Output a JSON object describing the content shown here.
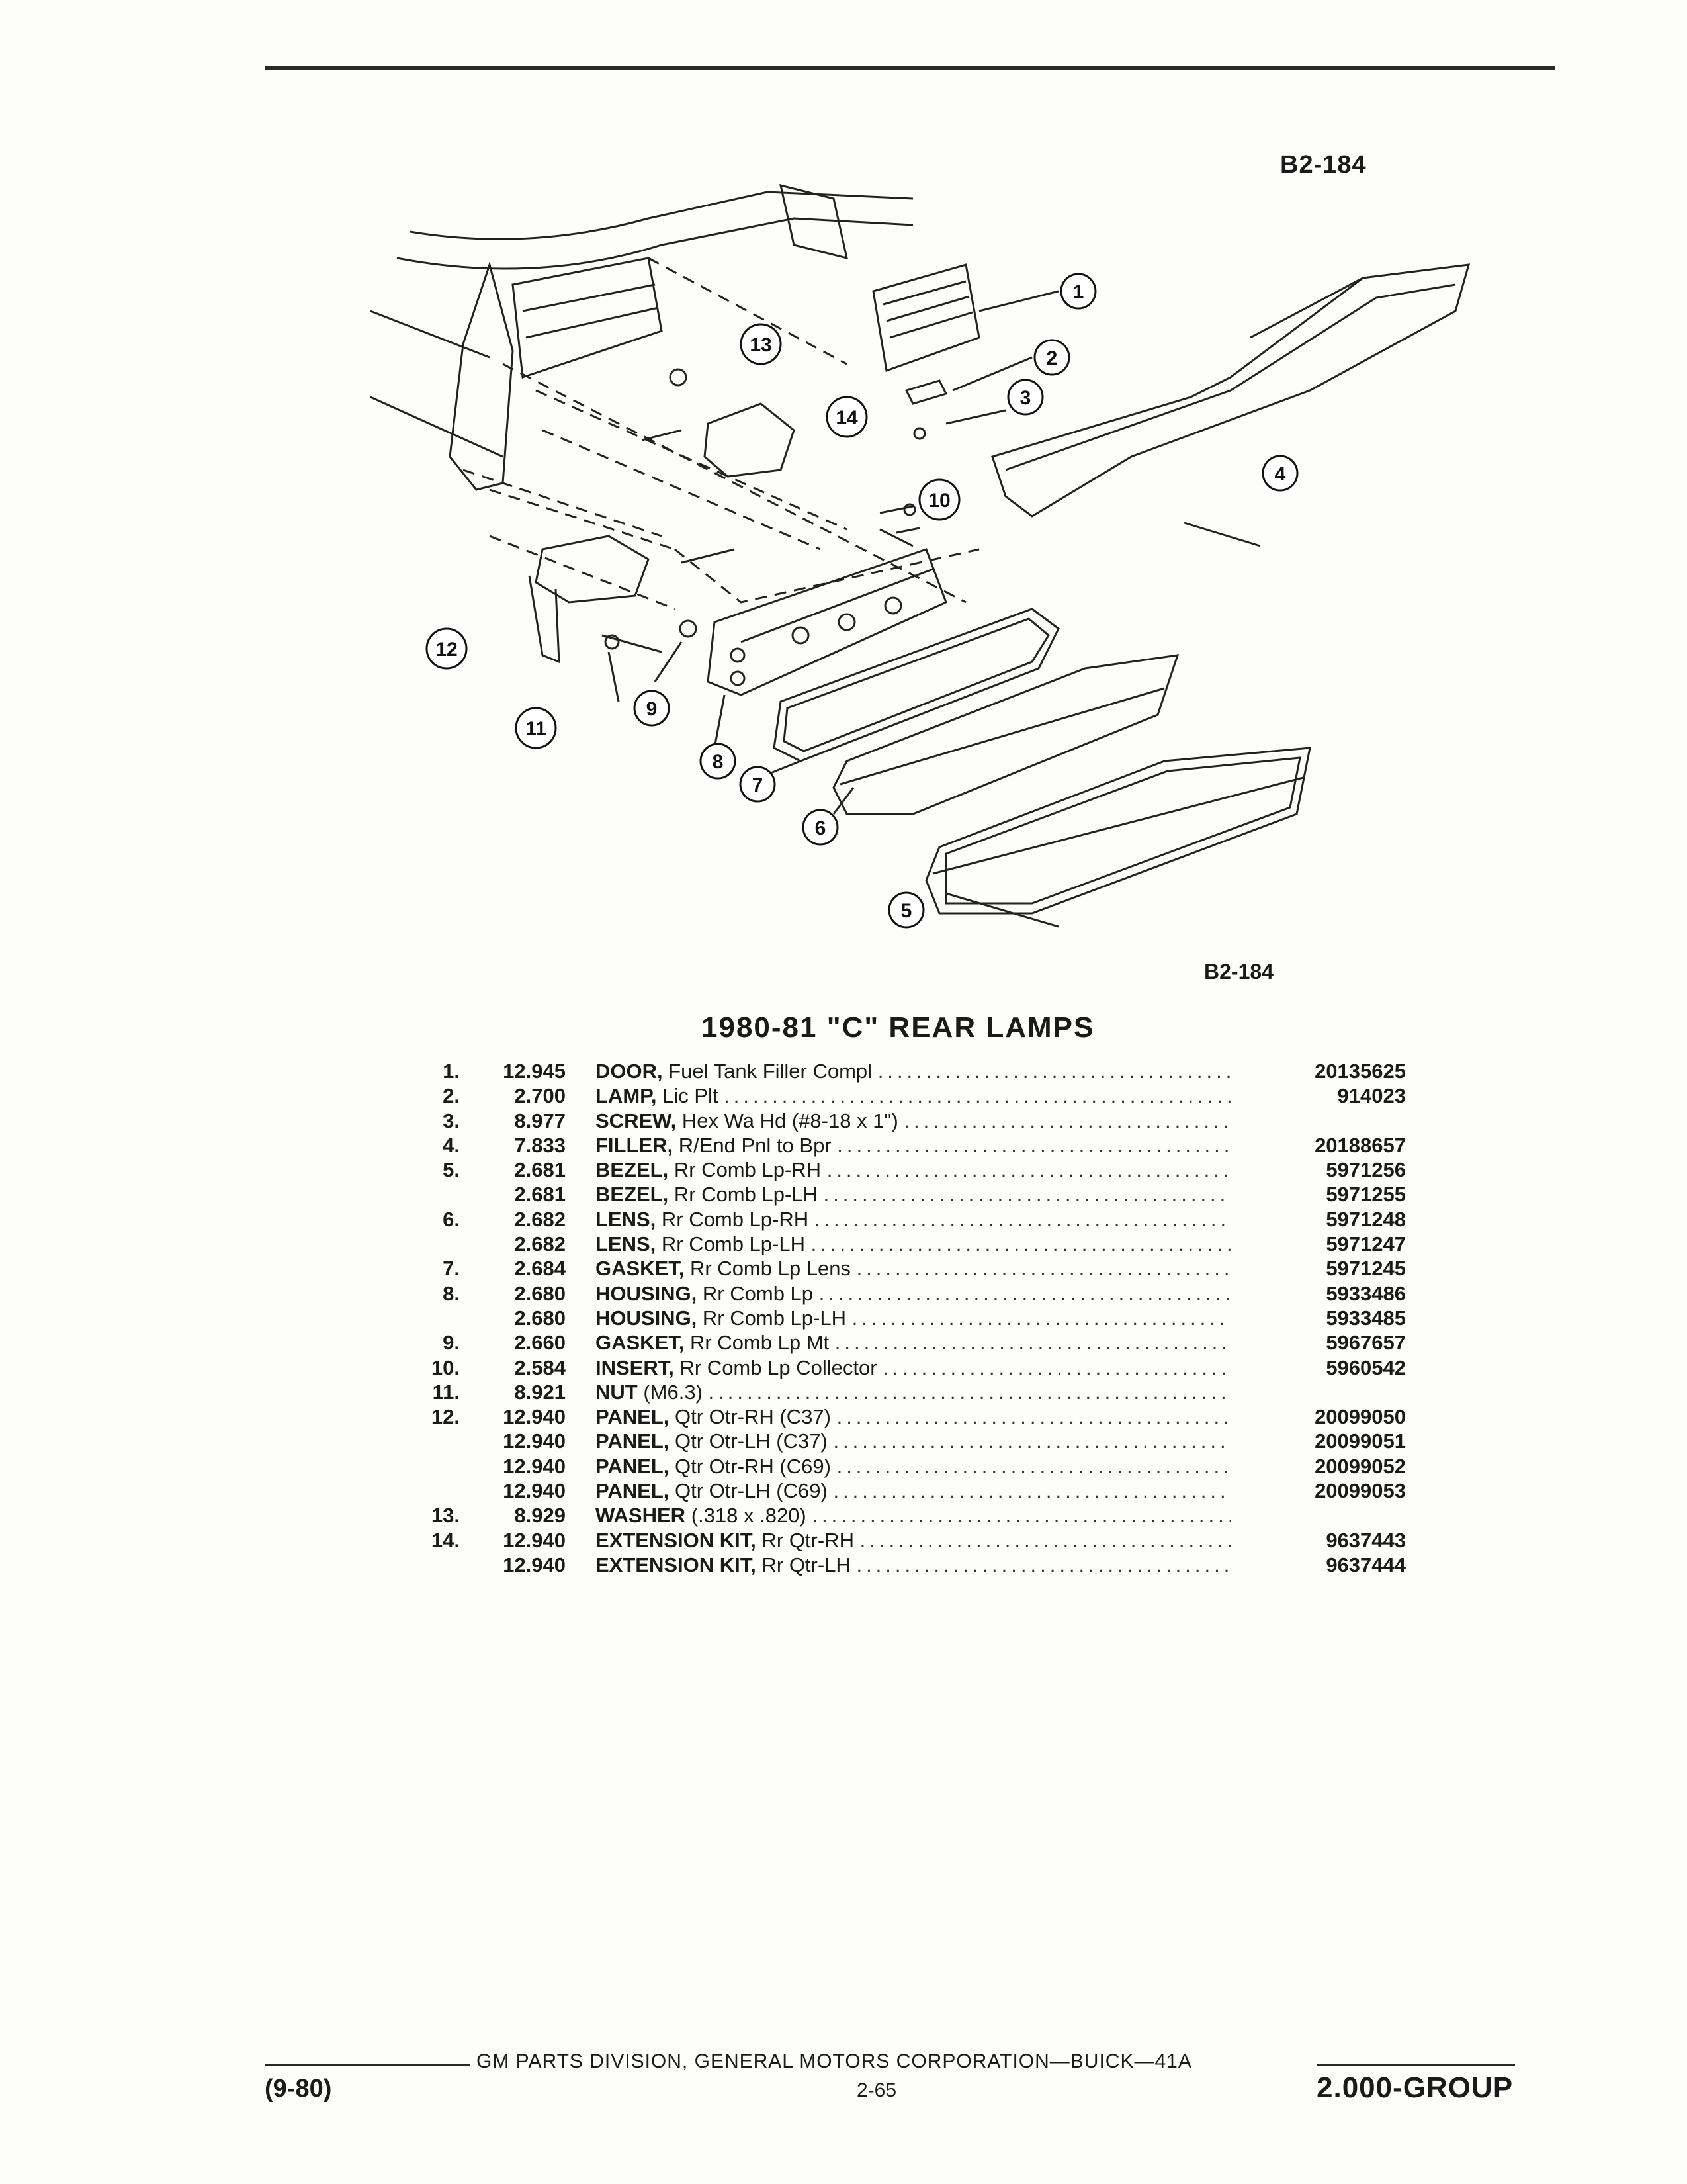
{
  "figure": {
    "code_top": "B2-184",
    "code_bottom": "B2-184",
    "callouts": [
      "1",
      "2",
      "3",
      "4",
      "5",
      "6",
      "7",
      "8",
      "9",
      "10",
      "11",
      "12",
      "13",
      "14"
    ]
  },
  "title": "1980-81 \"C\" REAR LAMPS",
  "parts": [
    {
      "num": "1.",
      "code": "12.945",
      "name": "DOOR,",
      "desc": "Fuel Tank Filler Compl",
      "pn": "20135625"
    },
    {
      "num": "2.",
      "code": "2.700",
      "name": "LAMP,",
      "desc": "Lic Plt",
      "pn": "914023"
    },
    {
      "num": "3.",
      "code": "8.977",
      "name": "SCREW,",
      "desc": "Hex Wa Hd (#8-18 x 1\")",
      "pn": ""
    },
    {
      "num": "4.",
      "code": "7.833",
      "name": "FILLER,",
      "desc": "R/End Pnl to Bpr",
      "pn": "20188657"
    },
    {
      "num": "5.",
      "code": "2.681",
      "name": "BEZEL,",
      "desc": "Rr Comb Lp-RH",
      "pn": "5971256"
    },
    {
      "num": "",
      "code": "2.681",
      "name": "BEZEL,",
      "desc": "Rr Comb Lp-LH",
      "pn": "5971255"
    },
    {
      "num": "6.",
      "code": "2.682",
      "name": "LENS,",
      "desc": "Rr Comb Lp-RH",
      "pn": "5971248"
    },
    {
      "num": "",
      "code": "2.682",
      "name": "LENS,",
      "desc": "Rr Comb Lp-LH",
      "pn": "5971247"
    },
    {
      "num": "7.",
      "code": "2.684",
      "name": "GASKET,",
      "desc": "Rr Comb Lp Lens",
      "pn": "5971245"
    },
    {
      "num": "8.",
      "code": "2.680",
      "name": "HOUSING,",
      "desc": "Rr Comb Lp",
      "pn": "5933486"
    },
    {
      "num": "",
      "code": "2.680",
      "name": "HOUSING,",
      "desc": "Rr Comb Lp-LH",
      "pn": "5933485"
    },
    {
      "num": "9.",
      "code": "2.660",
      "name": "GASKET,",
      "desc": "Rr Comb Lp Mt",
      "pn": "5967657"
    },
    {
      "num": "10.",
      "code": "2.584",
      "name": "INSERT,",
      "desc": "Rr Comb Lp Collector",
      "pn": "5960542"
    },
    {
      "num": "11.",
      "code": "8.921",
      "name": "NUT",
      "desc": "(M6.3)",
      "pn": ""
    },
    {
      "num": "12.",
      "code": "12.940",
      "name": "PANEL,",
      "desc": "Qtr Otr-RH (C37)",
      "pn": "20099050"
    },
    {
      "num": "",
      "code": "12.940",
      "name": "PANEL,",
      "desc": "Qtr Otr-LH (C37)",
      "pn": "20099051"
    },
    {
      "num": "",
      "code": "12.940",
      "name": "PANEL,",
      "desc": "Qtr Otr-RH (C69)",
      "pn": "20099052"
    },
    {
      "num": "",
      "code": "12.940",
      "name": "PANEL,",
      "desc": "Qtr Otr-LH (C69)",
      "pn": "20099053"
    },
    {
      "num": "13.",
      "code": "8.929",
      "name": "WASHER",
      "desc": "(.318 x .820)",
      "pn": ""
    },
    {
      "num": "14.",
      "code": "12.940",
      "name": "EXTENSION KIT,",
      "desc": "Rr Qtr-RH",
      "pn": "9637443"
    },
    {
      "num": "",
      "code": "12.940",
      "name": "EXTENSION KIT,",
      "desc": "Rr Qtr-LH",
      "pn": "9637444"
    }
  ],
  "footer": {
    "publisher": "GM PARTS DIVISION, GENERAL MOTORS CORPORATION—BUICK—41A",
    "date": "(9-80)",
    "page": "2-65",
    "group": "2.000-GROUP"
  }
}
